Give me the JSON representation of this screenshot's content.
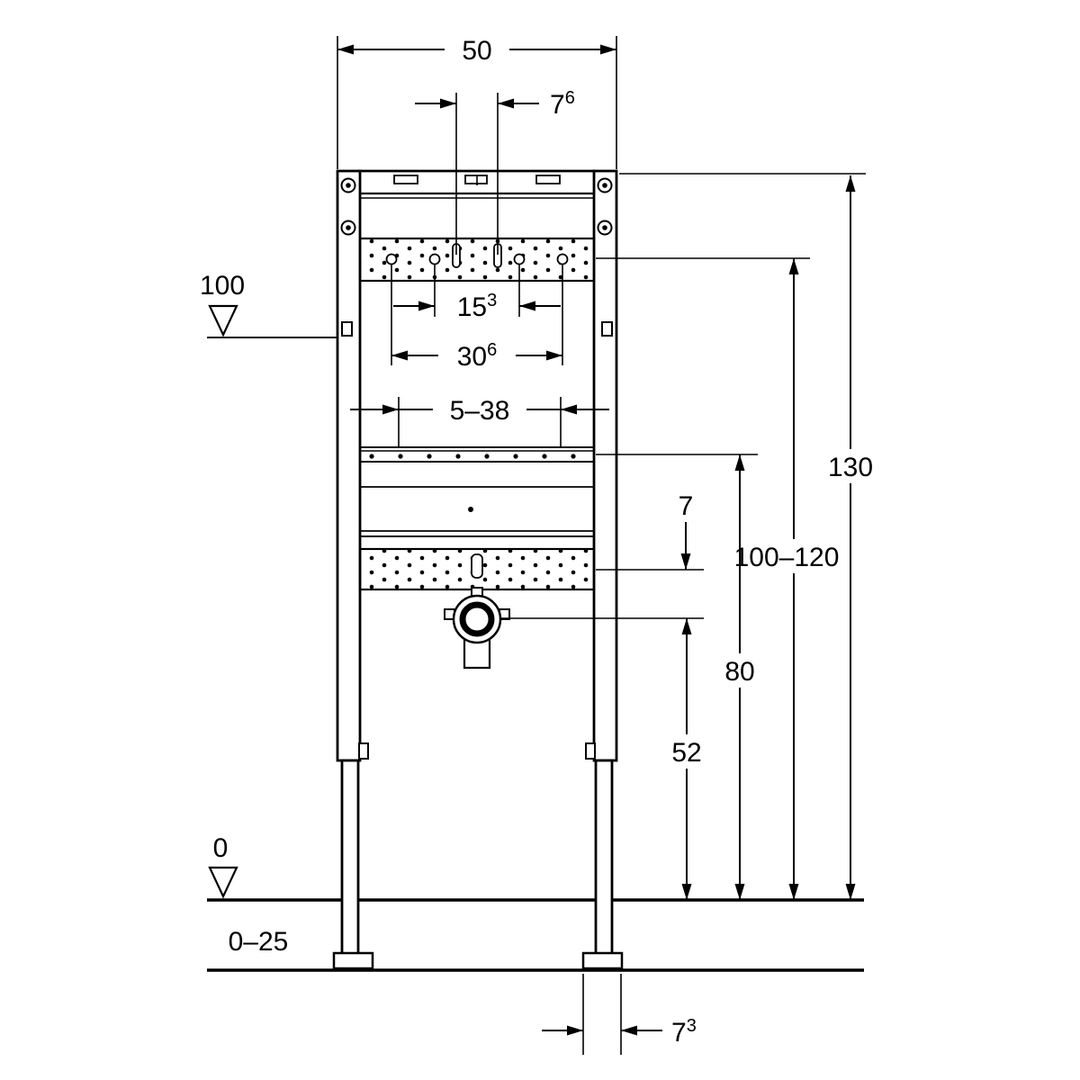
{
  "drawing": {
    "type": "installation-frame-dimension-drawing",
    "labels": {
      "width_top": "50",
      "tap_slots": {
        "base": "7",
        "sup": "6"
      },
      "level_upper": "100",
      "holes_inner": {
        "base": "15",
        "sup": "3"
      },
      "holes_outer": {
        "base": "30",
        "sup": "6"
      },
      "mount_range": "5–38",
      "total_height": "130",
      "plate_height_range": "100–120",
      "offset_small": "7",
      "crossbar_height": "80",
      "drain_height": "52",
      "level_floor": "0",
      "floor_buildup_range": "0–25",
      "foot_depth": {
        "base": "7",
        "sup": "3"
      }
    },
    "colors": {
      "line": "#000000",
      "background": "#ffffff"
    }
  }
}
